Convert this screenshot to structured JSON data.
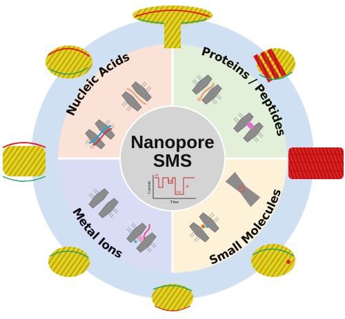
{
  "center": {
    "title_line1": "Nanopore",
    "title_line2": "SMS",
    "inset": {
      "y_axis_label": "Current",
      "x_axis_label": "Time",
      "level_label": "I0",
      "dwell_label": "toff",
      "on_label": "ton",
      "delta_label": "ΔI"
    }
  },
  "quadrants": [
    {
      "label": "Nucleic Acids",
      "color": "#fbe2d6"
    },
    {
      "label": "Proteins / Peptides",
      "color": "#e2f0d9"
    },
    {
      "label": "Small Molecules",
      "color": "#fdf1d8"
    },
    {
      "label": "Metal Ions",
      "color": "#d9dcf5"
    }
  ],
  "colors": {
    "outer_ring": "#cfe0f3",
    "center_disc": "#d4d4d4",
    "divider": "#ffffff",
    "pore": "#8c8c8c",
    "protein_ribbon": "#e6d31e",
    "protein_accent": "#e02020",
    "trace": "#cc2222"
  }
}
